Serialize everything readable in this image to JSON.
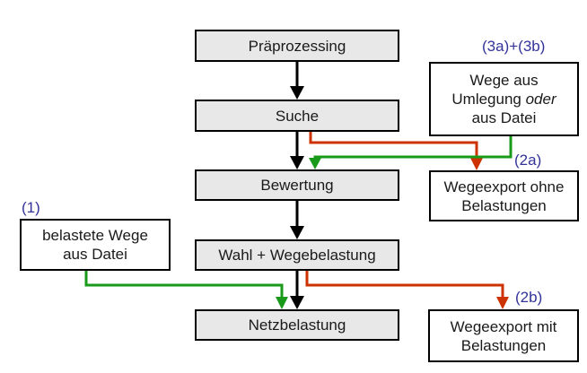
{
  "process_steps": {
    "preprocessing": "Präprozessing",
    "search": "Suche",
    "evaluation": "Bewertung",
    "choice": "Wahl + Wegebelastung",
    "network_load": "Netzbelastung"
  },
  "data_boxes": {
    "routes_source": {
      "line1": "Wege aus",
      "line2_a": "Umlegung ",
      "line2_b_italic": "oder",
      "line3": "aus Datei"
    },
    "export_unloaded": {
      "line1": "Wegeexport ohne",
      "line2": "Belastungen"
    },
    "loaded_routes_file": {
      "line1": "belastete Wege",
      "line2": "aus Datei"
    },
    "export_loaded": {
      "line1": "Wegeexport mit",
      "line2": "Belastungen"
    }
  },
  "labels": {
    "l3": "(3a)+(3b)",
    "l2a": "(2a)",
    "l1": "(1)",
    "l2b": "(2b)"
  },
  "colors": {
    "main_flow": "#000000",
    "input_flow": "#1a9a1a",
    "export_flow": "#cc3300",
    "label": "#333399",
    "process_fill": "#e8e8e8"
  }
}
